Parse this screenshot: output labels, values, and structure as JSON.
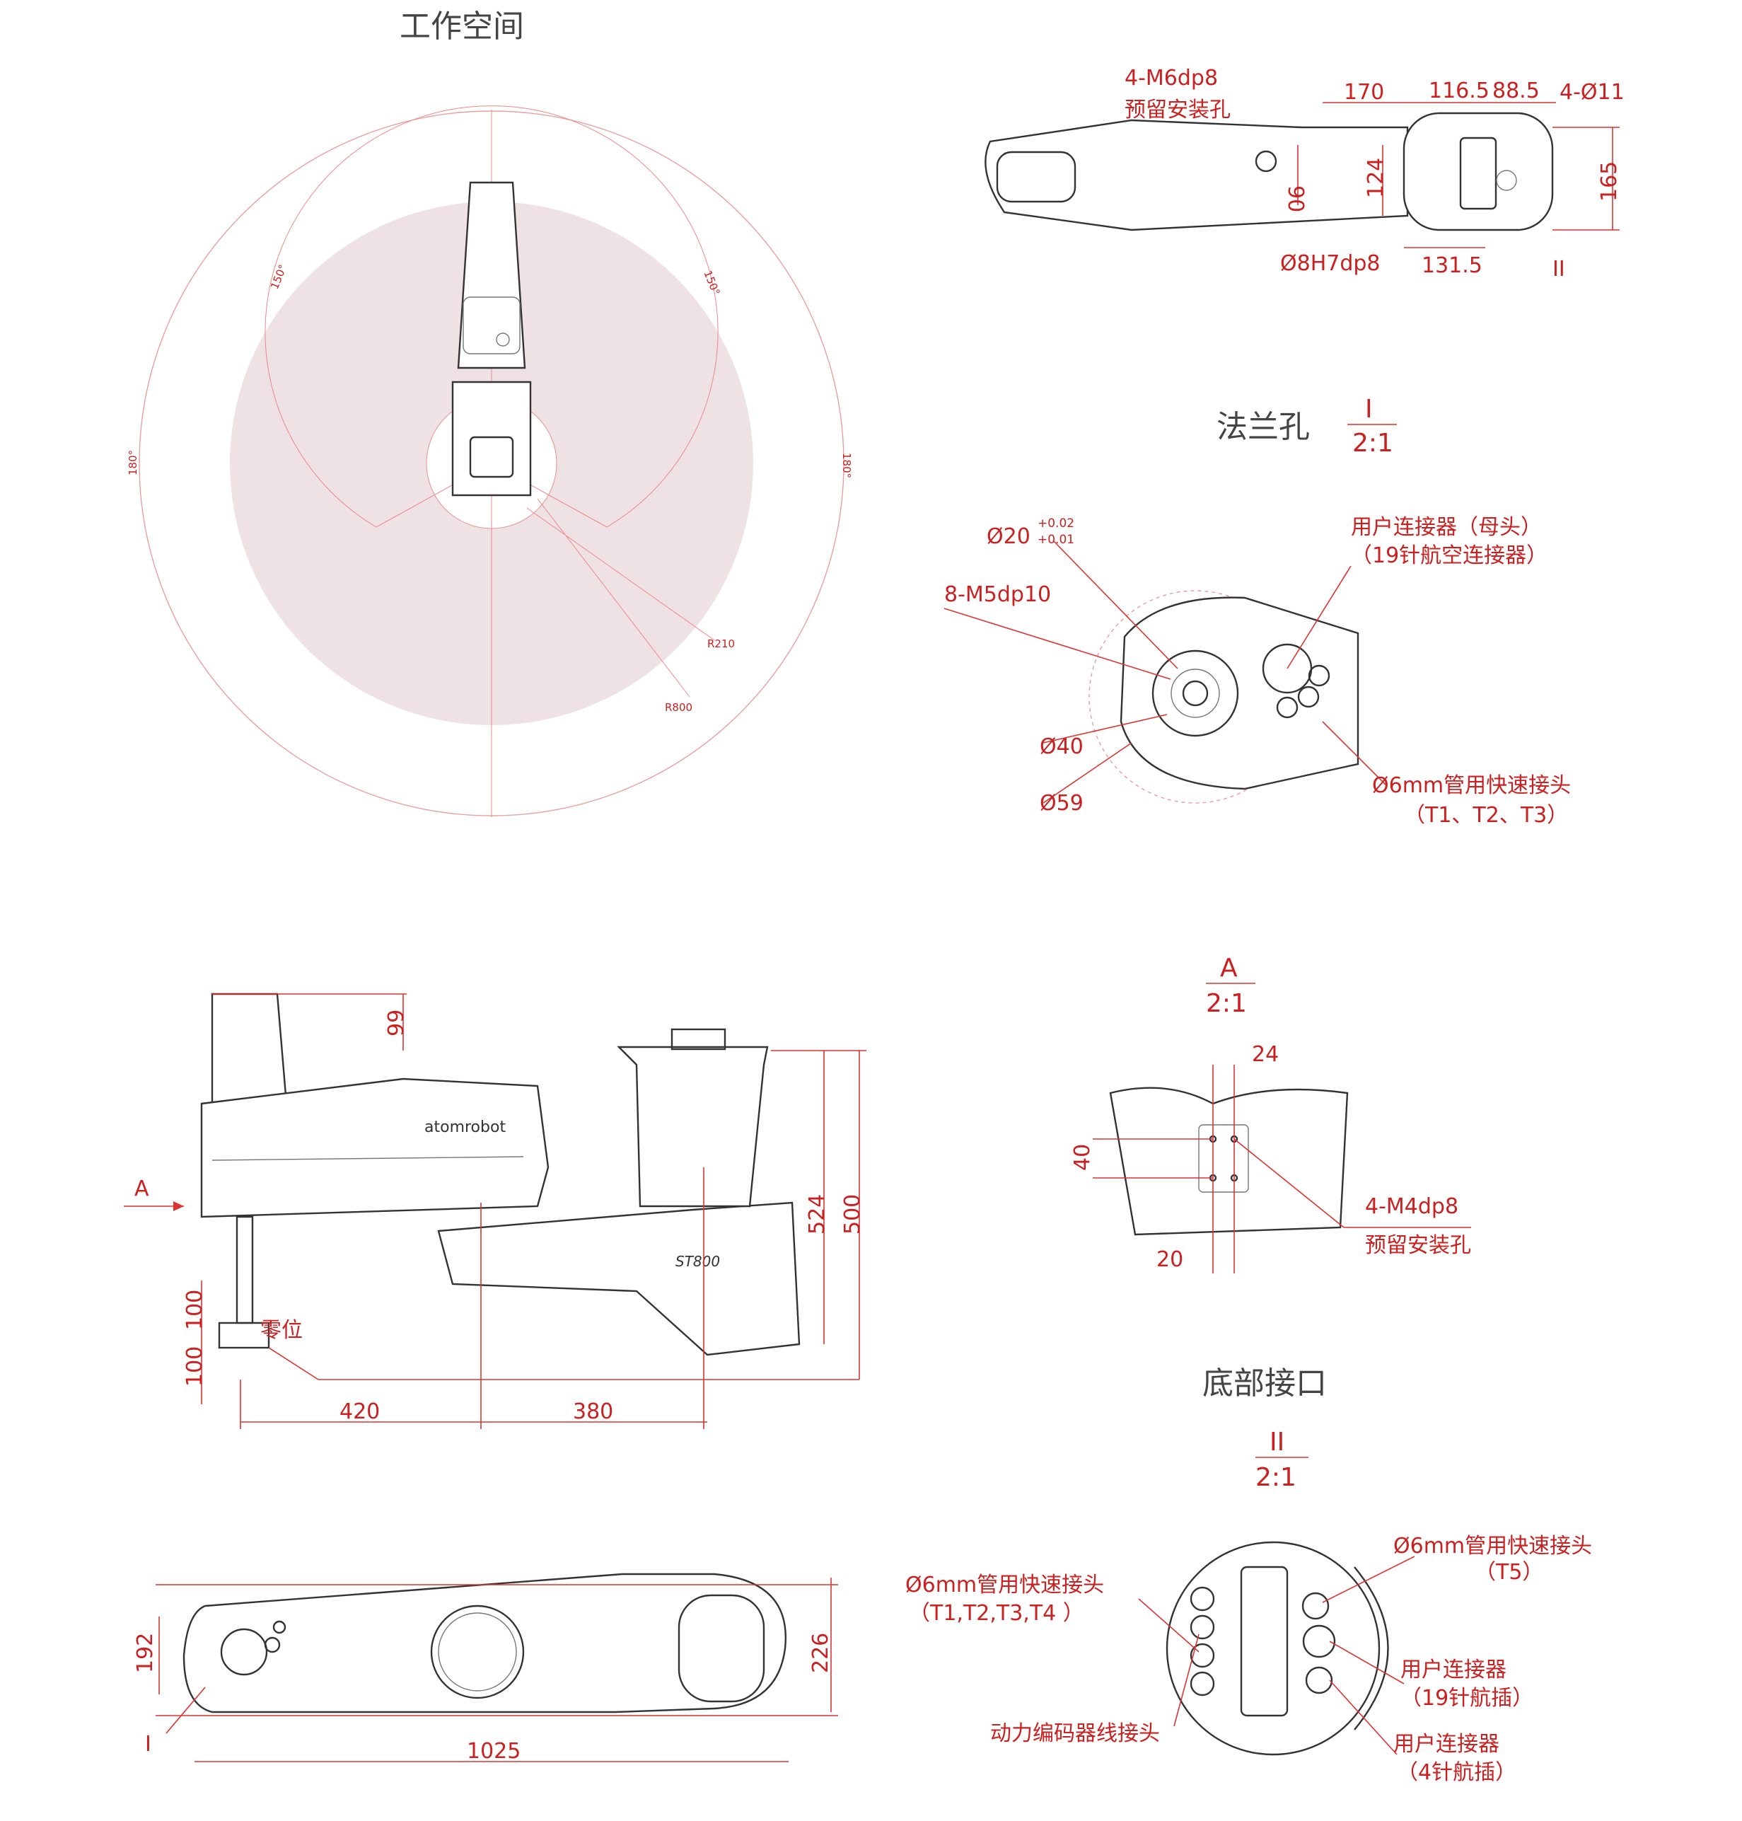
{
  "titles": {
    "workspace": "工作空间",
    "flange": "法兰孔",
    "bottom": "底部接口"
  },
  "scales": {
    "flange": {
      "mark": "I",
      "ratio": "2:1"
    },
    "view_a": {
      "mark": "A",
      "ratio": "2:1"
    },
    "bottom": {
      "mark": "II",
      "ratio": "2:1"
    }
  },
  "workspace": {
    "angles": [
      "150°",
      "150°",
      "180°",
      "180°"
    ],
    "radii": [
      "R210",
      "R800"
    ],
    "colors": {
      "reach_area": "#efe2e5",
      "dimension": "#cc1f1f"
    }
  },
  "top_view": {
    "labels": [
      "4-M6dp8",
      "预留安装孔",
      "170",
      "116.5",
      "88.5",
      "4-Ø11",
      "90",
      "124",
      "165",
      "Ø8H7dp8",
      "131.5",
      "II"
    ]
  },
  "flange_view": {
    "diameter_main": "Ø20",
    "tol_upper": "+0.02",
    "tol_lower": "+0.01",
    "labels": [
      "8-M5dp10",
      "Ø40",
      "Ø59"
    ],
    "connector": [
      "用户连接器（母头）",
      "（19针航空连接器）"
    ],
    "fitting": [
      "Ø6mm管用快速接头",
      "（T1、T2、T3）"
    ]
  },
  "side_view": {
    "labels": [
      "99",
      "A",
      "524",
      "500",
      "100",
      "100",
      "零位",
      "420",
      "380"
    ],
    "brand": "atomrobot",
    "model": "ST800"
  },
  "view_a": {
    "labels": [
      "24",
      "40",
      "20",
      "4-M4dp8",
      "预留安装孔"
    ]
  },
  "bottom_view": {
    "labels": [
      "Ø6mm管用快速接头",
      "（T1,T2,T3,T4 ）",
      "Ø6mm管用快速接头",
      "（T5）",
      "用户连接器",
      "（19针航插）",
      "动力编码器线接头",
      "用户连接器",
      "（4针航插）"
    ]
  },
  "plan_view": {
    "labels": [
      "192",
      "226",
      "I",
      "1025"
    ]
  }
}
